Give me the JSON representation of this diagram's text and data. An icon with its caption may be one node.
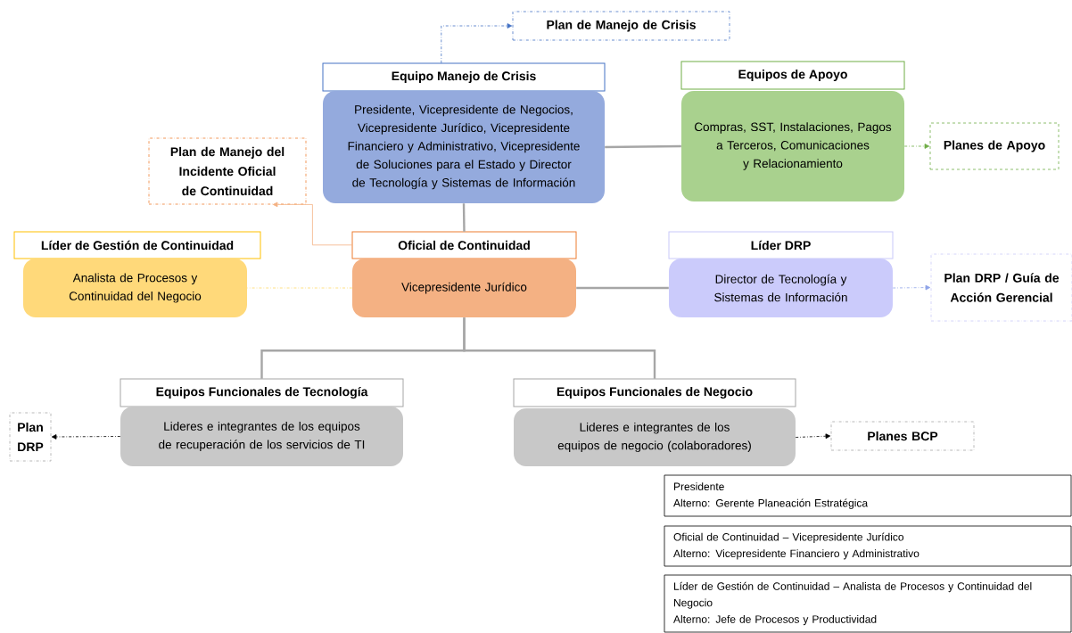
{
  "diagram": {
    "nodes": [
      {
        "text": [
          "Plan de Manejo de Crisis"
        ]
      },
      {
        "text": [
          "Equipo Manejo de Crisis",
          "Presidente, Vicepresidente de Negocios, Vicepresidente Jurídico, Vicepresidente Financiero y Administrativo, Vicepresidente de Soluciones para el Estado y Director de Tecnología y Sistemas de Información"
        ]
      },
      {
        "text": [
          "Equipos de Apoyo",
          "Compras, SST, Instalaciones, Pagos a Terceros, Comunicaciones y Relacionamiento"
        ]
      },
      {
        "text": [
          "Planes de Apoyo"
        ]
      },
      {
        "text": [
          "Plan de Manejo del Incidente Oficial de Continuidad"
        ]
      },
      {
        "text": [
          "Líder de Gestión de Continuidad",
          "Analista de Procesos y Continuidad del Negocio"
        ]
      },
      {
        "text": [
          "Oficial de Continuidad",
          "Vicepresidente Jurídico"
        ]
      },
      {
        "text": [
          "Líder DRP",
          "Director de Tecnología y Sistemas de Información"
        ]
      },
      {
        "text": [
          "Plan DRP / Guía de Acción Gerencial"
        ]
      },
      {
        "text": [
          "Equipos Funcionales de Tecnología",
          "Lideres e integrantes de los equipos de recuperación de los servicios de TI"
        ]
      },
      {
        "text": [
          "Equipos Funcionales de Negocio",
          "Lideres e integrantes de los equipos de negocio (colaboradores)"
        ]
      },
      {
        "text": [
          "Plan DRP"
        ]
      },
      {
        "text": [
          "Planes BCP"
        ]
      },
      {
        "text": [
          "Presidente",
          "Alterno: Gerente Planeación Estratégica"
        ]
      },
      {
        "text": [
          "Oficial de Continuidad – Vicepresidente Jurídico",
          "Alterno: Vicepresidente Financiero y Administrativo"
        ]
      },
      {
        "text": [
          "Líder de Gestión de Continuidad – Analista de Procesos y Continuidad del Negocio",
          "Alterno: Jefe de Procesos y Productividad"
        ]
      }
    ],
    "edges": [
      {
        "from": 1,
        "to": 0,
        "arrow": "to",
        "style": "dashed",
        "color": "#4472c4"
      },
      {
        "from": 1,
        "to": 2,
        "arrow": "none"
      },
      {
        "from": 2,
        "to": 3,
        "arrow": "to",
        "style": "dashed",
        "color": "#70ad47"
      },
      {
        "from": 1,
        "to": 6,
        "arrow": "none"
      },
      {
        "from": 6,
        "to": 4,
        "arrow": "to",
        "color": "#f4b183"
      },
      {
        "from": 6,
        "to": 5,
        "arrow": "none",
        "style": "dashed",
        "color": "#ffd966"
      },
      {
        "from": 6,
        "to": 7,
        "arrow": "none"
      },
      {
        "from": 7,
        "to": 8,
        "arrow": "to",
        "style": "dashed",
        "color": "#8fa4e8"
      },
      {
        "from": 6,
        "to": 9,
        "arrow": "none"
      },
      {
        "from": 6,
        "to": 10,
        "arrow": "none"
      },
      {
        "from": 9,
        "to": 11,
        "arrow": "to",
        "style": "dashed",
        "color": "#000000"
      },
      {
        "from": 10,
        "to": 12,
        "arrow": "to",
        "style": "dashed",
        "color": "#000000"
      }
    ]
  }
}
